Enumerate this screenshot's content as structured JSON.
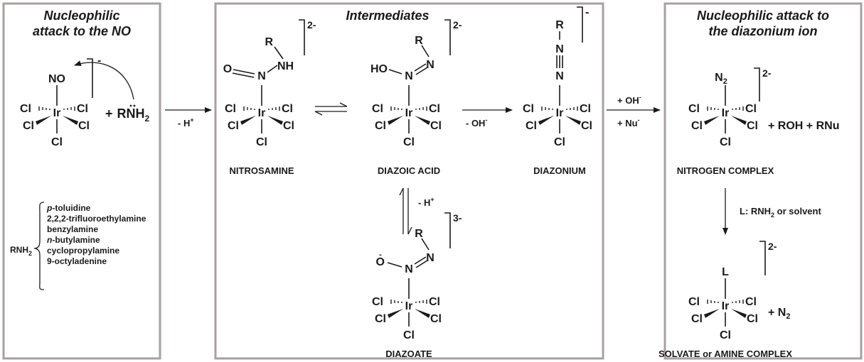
{
  "panels": {
    "left_title_line1": "Nucleophilic",
    "left_title_line2": "attack to the NO",
    "middle_title": "Intermediates",
    "right_title_line1": "Nucleophilic attack to",
    "right_title_line2": "the diazonium ion"
  },
  "atoms": {
    "cl": "Cl",
    "ir": "Ir",
    "no": "NO",
    "n": "N",
    "o": "O",
    "r": "R",
    "nh": "NH",
    "ho": "HO",
    "l": "L",
    "n2": "N",
    "sub2": "2",
    "plus": "+",
    "minus": "-",
    "bracket_2": "2-",
    "bracket_3": "3-",
    "bracket_1": "-"
  },
  "left": {
    "amine": "RNH",
    "amine_sub": "2",
    "list_label": "RNH",
    "list_label_sub": "2",
    "amines": [
      {
        "prefix": "p",
        "rest": "-toluidine"
      },
      {
        "prefix": "",
        "rest": "2,2,2-trifluoroethylamine"
      },
      {
        "prefix": "",
        "rest": "benzylamine"
      },
      {
        "prefix": "n",
        "rest": "-butylamine"
      },
      {
        "prefix": "",
        "rest": "cyclopropylamine"
      },
      {
        "prefix": "",
        "rest": "9-octyladenine"
      }
    ]
  },
  "arrows": {
    "a1": "- H",
    "a1_sup": "+",
    "a3": "- OH",
    "a3_sup": "-",
    "a4_top": "+ OH",
    "a4_top_sup": "-",
    "a4_bot": "+ Nu",
    "a4_bot_sup": "-",
    "eq2": "- H",
    "eq2_sup": "+",
    "down": "L: RNH",
    "down_sub": "2",
    "down_rest": " or solvent"
  },
  "labels": {
    "nitrosamine": "NITROSAMINE",
    "diazoic": "DIAZOIC ACID",
    "diazonium": "DIAZONIUM",
    "diazoate": "DIAZOATE",
    "nitrogen_complex": "NITROGEN COMPLEX",
    "solvate": "SOLVATE or AMINE COMPLEX"
  },
  "products": {
    "p1": "+ ROH  +  RNu",
    "p2": "+  N"
  }
}
